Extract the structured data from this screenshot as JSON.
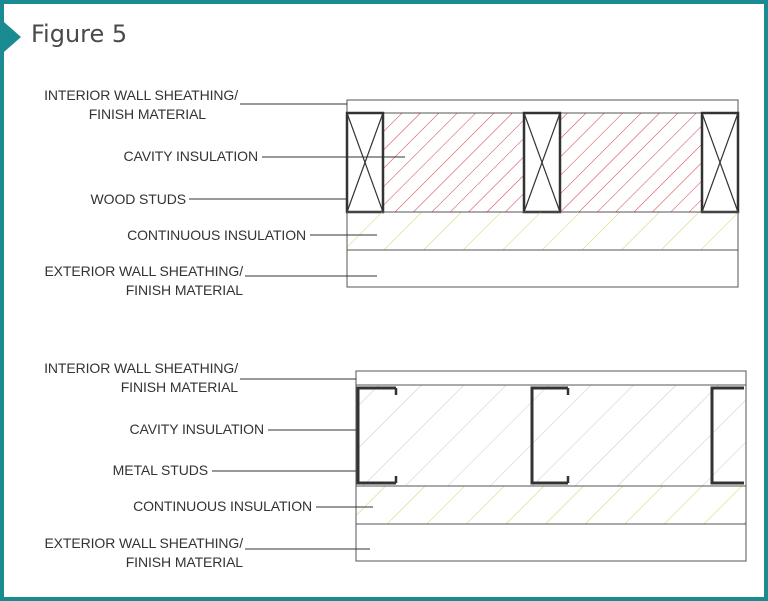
{
  "figure": {
    "title": "Figure 5"
  },
  "colors": {
    "frame": "#1a8c91",
    "cavity_insulation_wood": "#d33a4a",
    "continuous_insulation": "#c9d66a",
    "cavity_insulation_metal": "#b9b9b9",
    "outline": "#333333"
  },
  "wood_stud_wall": {
    "labels": {
      "interior_sheathing_line1": "INTERIOR WALL SHEATHING/",
      "interior_sheathing_line2": "FINISH MATERIAL",
      "cavity_insulation": "CAVITY INSULATION",
      "studs": "WOOD STUDS",
      "continuous_insulation": "CONTINUOUS INSULATION",
      "exterior_sheathing_line1": "EXTERIOR WALL SHEATHING/",
      "exterior_sheathing_line2": "FINISH MATERIAL"
    }
  },
  "metal_stud_wall": {
    "labels": {
      "interior_sheathing_line1": "INTERIOR WALL SHEATHING/",
      "interior_sheathing_line2": "FINISH MATERIAL",
      "cavity_insulation": "CAVITY INSULATION",
      "studs": "METAL STUDS",
      "continuous_insulation": "CONTINUOUS INSULATION",
      "exterior_sheathing_line1": "EXTERIOR WALL SHEATHING/",
      "exterior_sheathing_line2": "FINISH MATERIAL"
    }
  }
}
